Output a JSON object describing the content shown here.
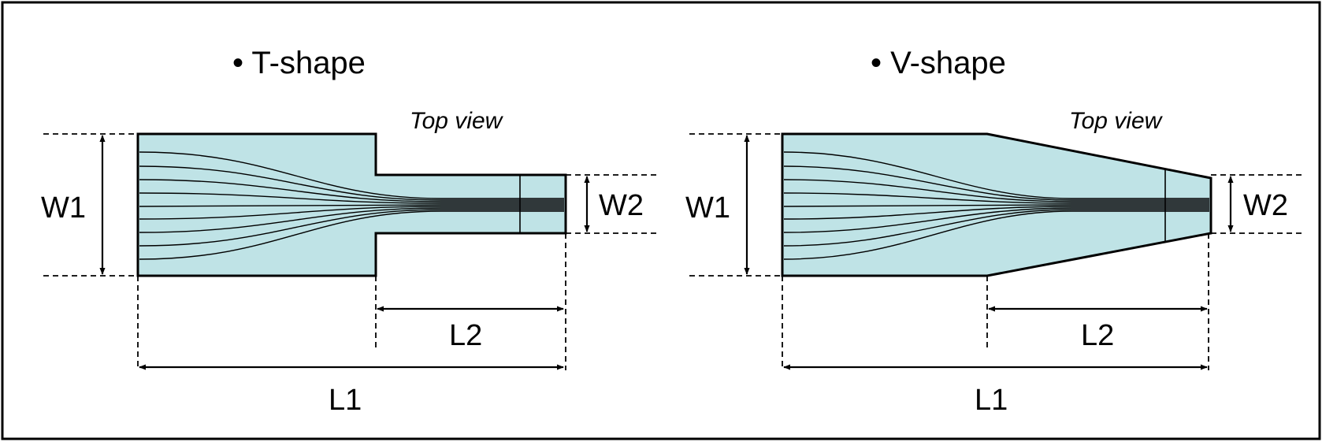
{
  "panels": [
    {
      "title": "• T-shape",
      "view_label": "Top view",
      "dimensions": {
        "w1": "W1",
        "w2": "W2",
        "l1": "L1",
        "l2": "L2"
      }
    },
    {
      "title": "• V-shape",
      "view_label": "Top view",
      "dimensions": {
        "w1": "W1",
        "w2": "W2",
        "l1": "L1",
        "l2": "L2"
      }
    }
  ],
  "colors": {
    "fill": "#bfe3e6",
    "stroke": "#000000",
    "background": "#ffffff"
  }
}
